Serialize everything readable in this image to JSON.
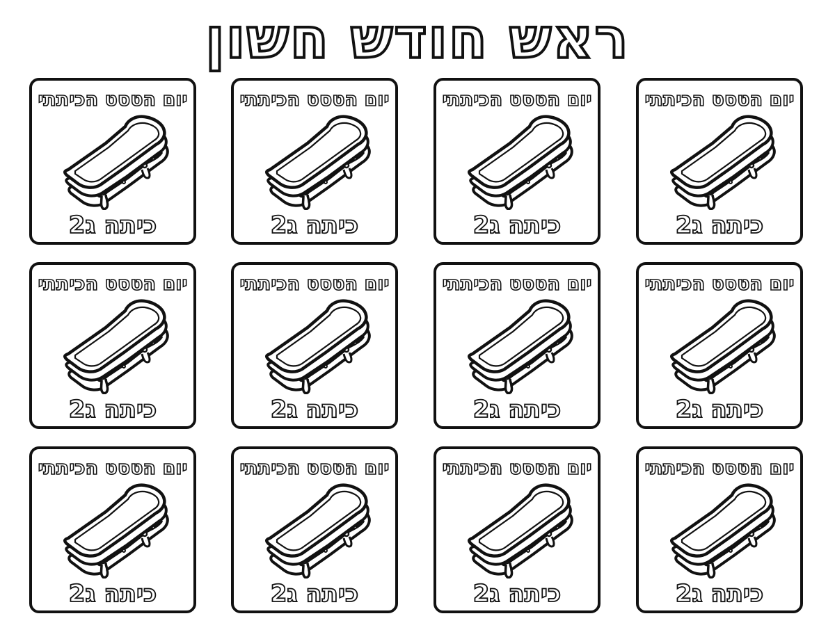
{
  "page": {
    "title": "ראש חודש חשון",
    "line_color": "#111111",
    "background_color": "#ffffff",
    "illustration_icon": "grilled-cheese-sandwich-icon"
  },
  "cards": [
    {
      "top_text": "יום הטסט הכיתתי",
      "bottom_text": "כיתה ג2"
    },
    {
      "top_text": "יום הטסט הכיתתי",
      "bottom_text": "כיתה ג2"
    },
    {
      "top_text": "יום הטסט הכיתתי",
      "bottom_text": "כיתה ג2"
    },
    {
      "top_text": "יום הטסט הכיתתי",
      "bottom_text": "כיתה ג2"
    },
    {
      "top_text": "יום הטסט הכיתתי",
      "bottom_text": "כיתה ג2"
    },
    {
      "top_text": "יום הטסט הכיתתי",
      "bottom_text": "כיתה ג2"
    },
    {
      "top_text": "יום הטסט הכיתתי",
      "bottom_text": "כיתה ג2"
    },
    {
      "top_text": "יום הטסט הכיתתי",
      "bottom_text": "כיתה ג2"
    },
    {
      "top_text": "יום הטסט הכיתתי",
      "bottom_text": "כיתה ג2"
    },
    {
      "top_text": "יום הטסט הכיתתי",
      "bottom_text": "כיתה ג2"
    },
    {
      "top_text": "יום הטסט הכיתתי",
      "bottom_text": "כיתה ג2"
    },
    {
      "top_text": "יום הטסט הכיתתי",
      "bottom_text": "כיתה ג2"
    }
  ]
}
